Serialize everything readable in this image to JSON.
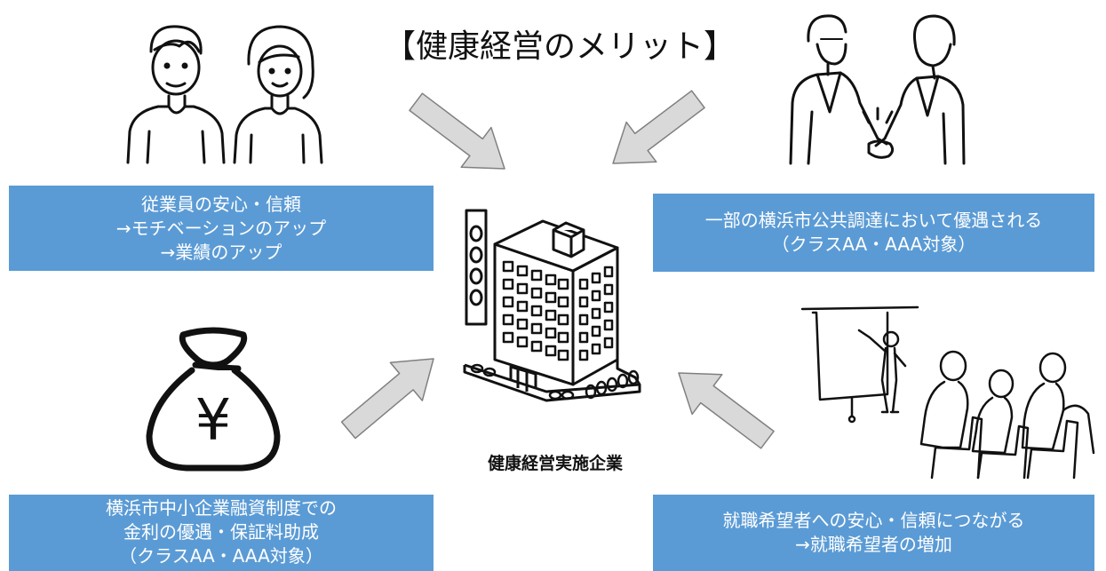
{
  "title": "【健康経営のメリット】",
  "center_label": "健康経営実施企業",
  "boxes": {
    "top_left": {
      "lines": [
        "従業員の安心・信頼",
        "→モチベーションのアップ",
        "→業績のアップ"
      ]
    },
    "top_right": {
      "lines": [
        "一部の横浜市公共調達において優遇される",
        "（クラスAA・AAA対象）"
      ]
    },
    "bottom_left": {
      "lines": [
        "横浜市中小企業融資制度での",
        "金利の優遇・保証料助成",
        "（クラスAA・AAA対象）"
      ]
    },
    "bottom_right": {
      "lines": [
        "就職希望者への安心・信頼につながる",
        "→就職希望者の増加"
      ]
    }
  },
  "money_bag_symbol": "¥",
  "colors": {
    "box_fill": "#5b9bd5",
    "box_text": "#ffffff",
    "arrow_fill": "#d9d9d9",
    "arrow_stroke": "#808080"
  },
  "icons": [
    "employees-illustration",
    "handshake-illustration",
    "building-illustration",
    "money-bag-illustration",
    "seminar-illustration",
    "arrow-icon"
  ]
}
